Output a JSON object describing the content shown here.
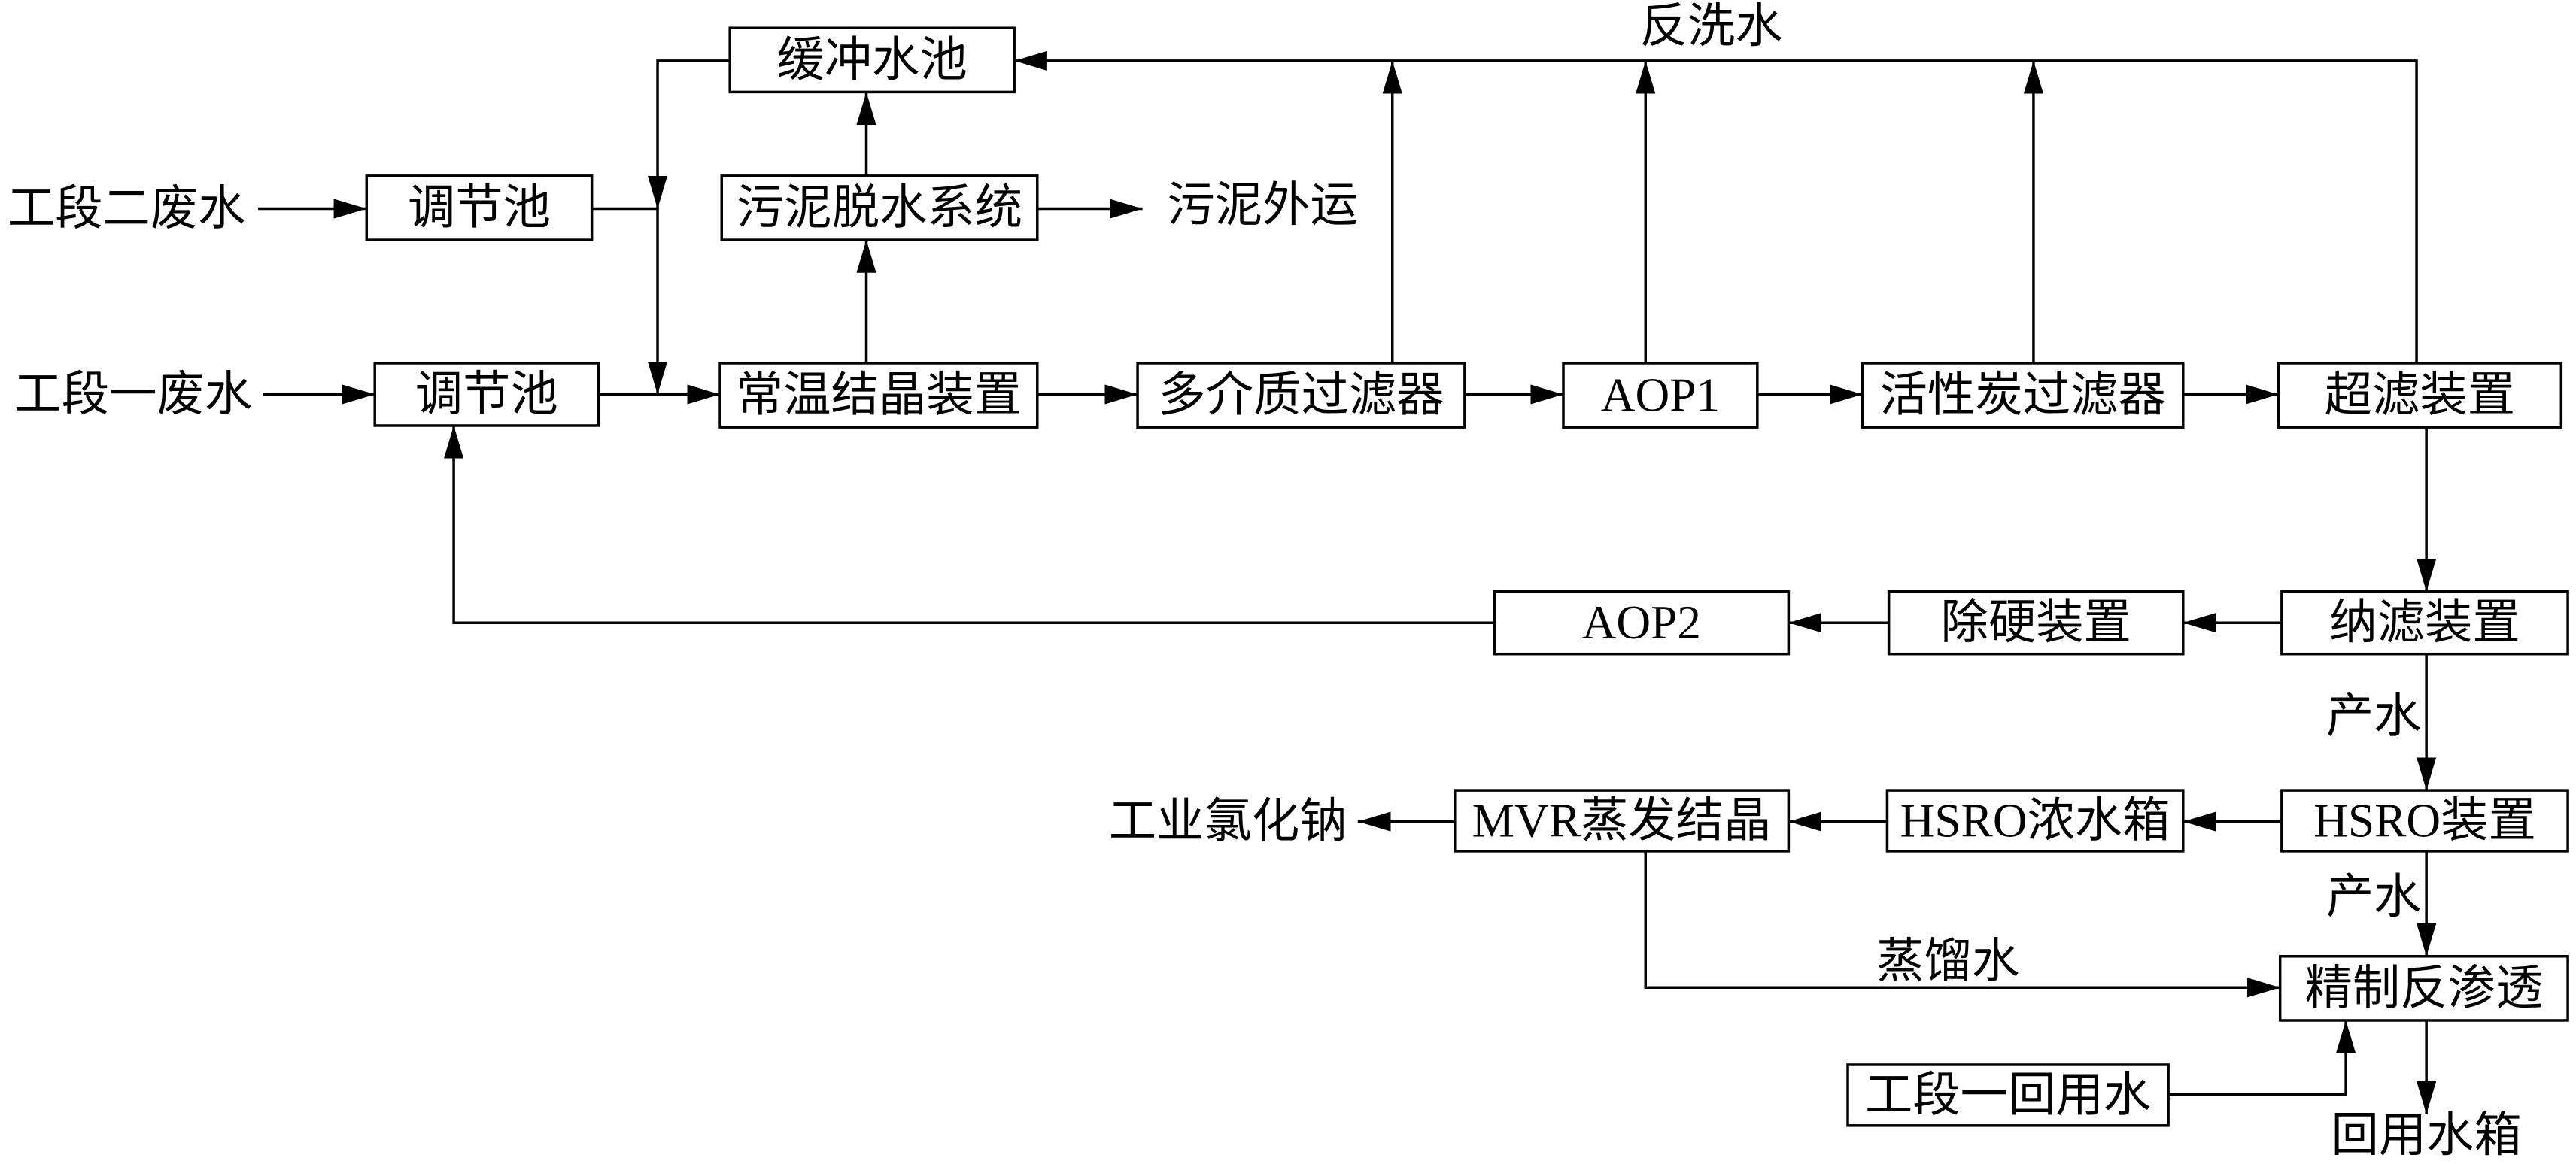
{
  "nodes": {
    "buffer_tank": "缓冲水池",
    "regulating_tank_2": "调节池",
    "sludge_dewatering": "污泥脱水系统",
    "regulating_tank_1": "调节池",
    "crystallizer": "常温结晶装置",
    "multimedia_filter": "多介质过滤器",
    "aop1": "AOP1",
    "carbon_filter": "活性炭过滤器",
    "ultrafiltration": "超滤装置",
    "nanofiltration": "纳滤装置",
    "softening": "除硬装置",
    "aop2": "AOP2",
    "hsro": "HSRO装置",
    "hsro_concentrate_tank": "HSRO浓水箱",
    "mvr": "MVR蒸发结晶",
    "refined_ro": "精制反渗透",
    "stage1_reuse_water": "工段一回用水"
  },
  "labels": {
    "stage2_wastewater": "工段二废水",
    "stage1_wastewater": "工段一废水",
    "sludge_export": "污泥外运",
    "backwash_water": "反洗水",
    "product_water_1": "产水",
    "product_water_2": "产水",
    "industrial_nacl": "工业氯化钠",
    "distilled_water": "蒸馏水",
    "reuse_water_tank": "回用水箱"
  }
}
